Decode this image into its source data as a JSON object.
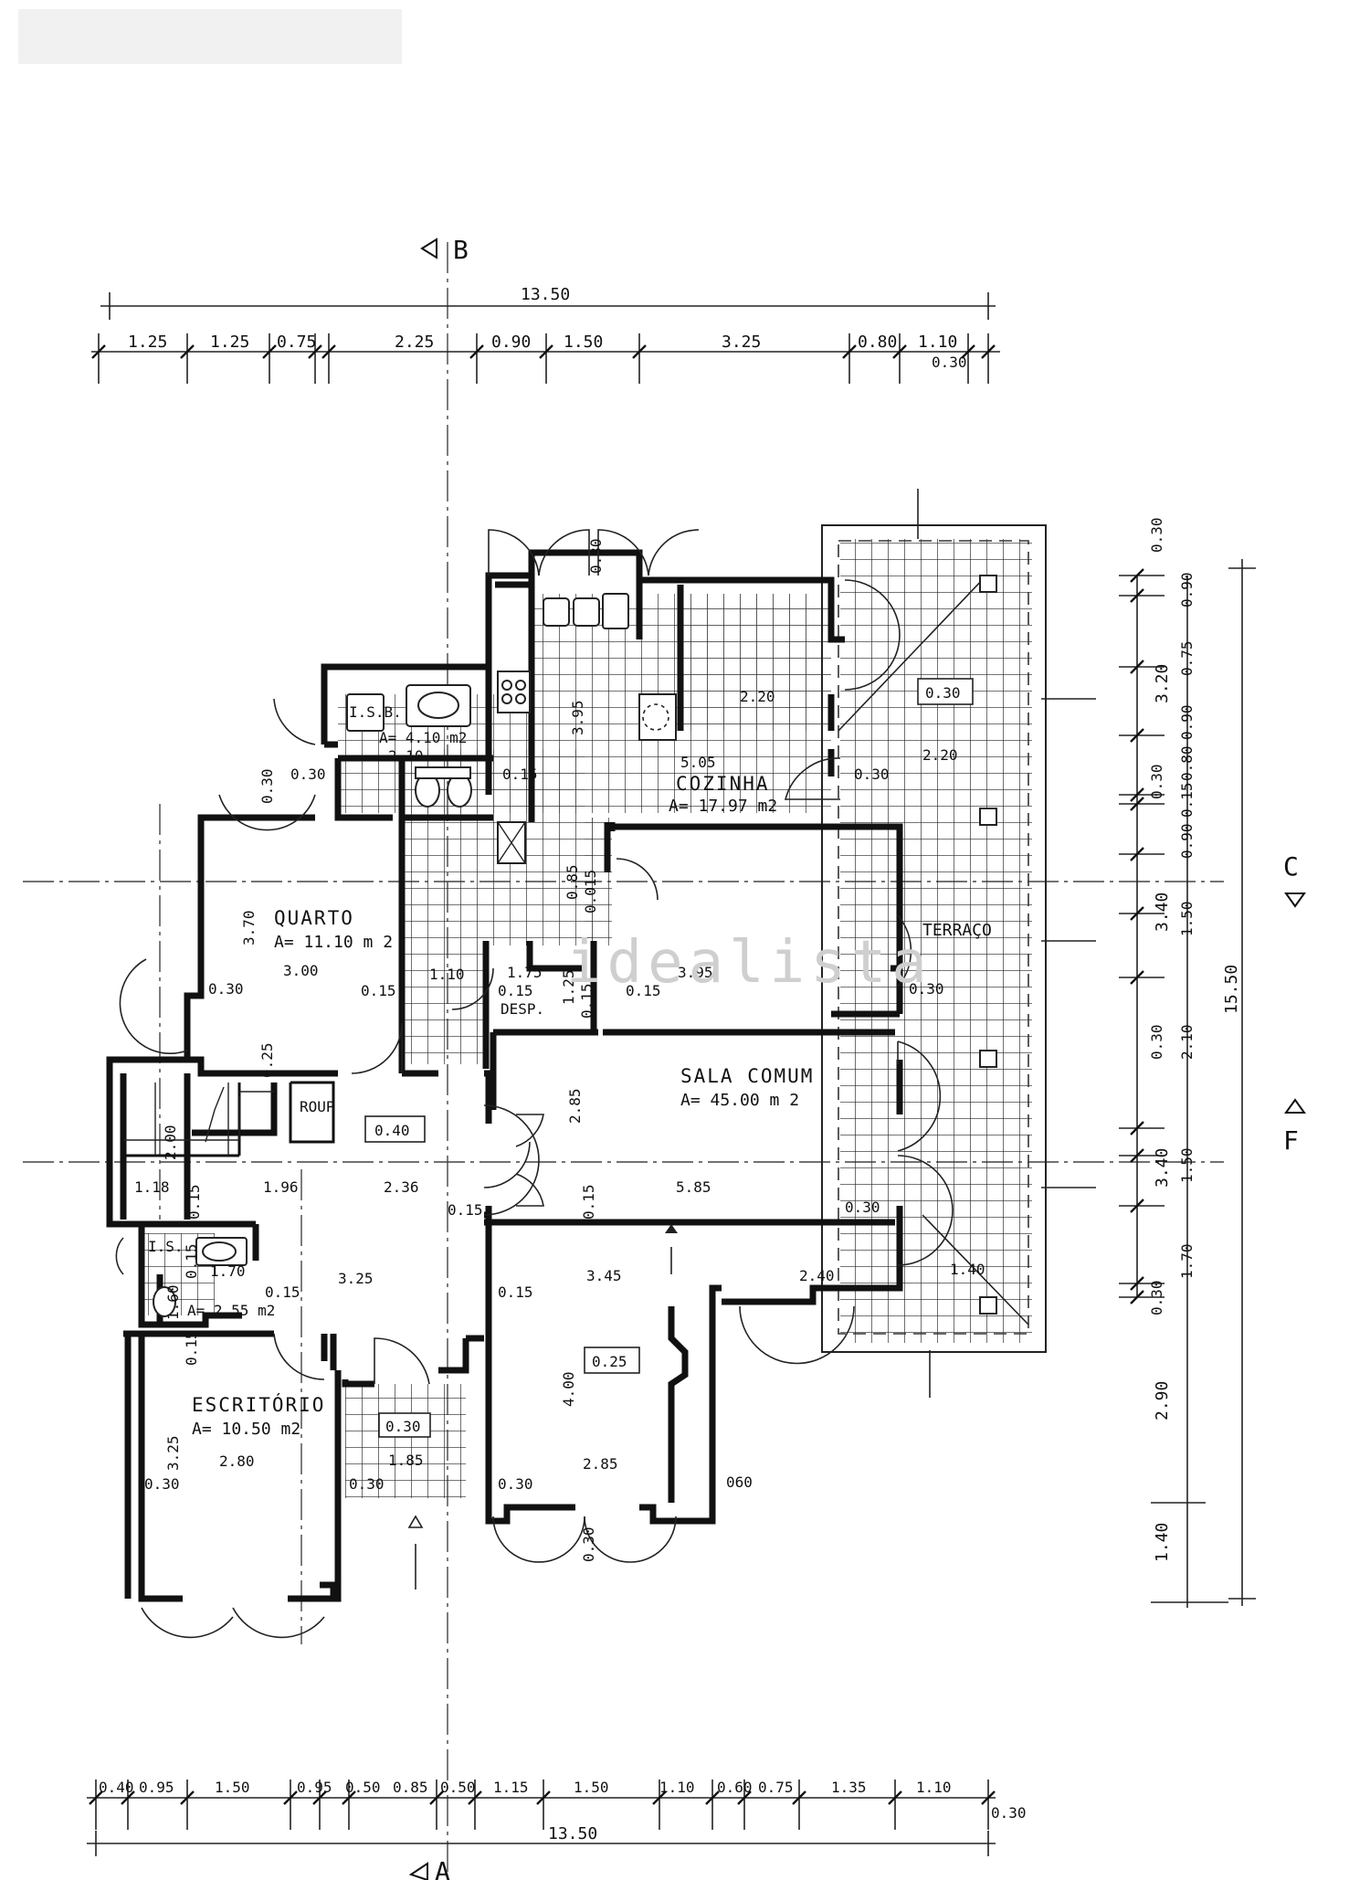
{
  "sections": {
    "top": "B",
    "right_upper": "C",
    "right_lower": "F",
    "bottom": "A"
  },
  "dims_top": {
    "total": "13.50",
    "segments": [
      "1.25",
      "1.25",
      "0.75",
      "2.25",
      "0.90",
      "1.50",
      "3.25",
      "0.80",
      "1.10"
    ],
    "extra": "0.30"
  },
  "dims_bottom": {
    "total": "13.50",
    "segments": [
      "0.40",
      "0.95",
      "1.50",
      "0.95",
      "0.50",
      "0.85",
      "0.50",
      "1.15",
      "1.50",
      "1.10",
      "0.60",
      "0.75",
      "1.35",
      "1.10"
    ],
    "extra": "0.30"
  },
  "dims_right": {
    "total": "15.50",
    "mid": [
      "3.20",
      "3.40",
      "3.40",
      "2.90",
      "1.40"
    ],
    "inner": [
      "0.30",
      "0.90",
      "0.75",
      "0.90",
      "0.80",
      "0.15",
      "0.30",
      "0.90",
      "1.50",
      "2.10",
      "0.30",
      "1.50",
      "1.70",
      "0.30"
    ]
  },
  "rooms": {
    "isb": {
      "name": "I.S.B.",
      "area": "A= 4.10 m2"
    },
    "cozinha": {
      "name": "COZINHA",
      "area": "A= 17.97 m2"
    },
    "quarto": {
      "name": "QUARTO",
      "area": "A= 11.10 m 2"
    },
    "sala": {
      "name": "SALA COMUM",
      "area": "A= 45.00 m 2"
    },
    "escritorio": {
      "name": "ESCRITÓRIO",
      "area": "A= 10.50 m2"
    },
    "is": {
      "name": "I.S.",
      "area": "A= 2.55 m2"
    },
    "desp": {
      "name": "DESP."
    },
    "roup": {
      "name": "ROUP"
    },
    "terraco": {
      "name": "TERRAÇO"
    }
  },
  "labels": {
    "t_030a": "0.30",
    "t_395": "3.95",
    "t_220a": "2.20",
    "t_505": "5.05",
    "t_030b": "0.30",
    "t_220b": "2.20",
    "t_030c": "0.30",
    "t_210": "2.10",
    "t_015a": "0.15",
    "t_030d": "0.30",
    "t_370": "3.70",
    "t_300": "3.00",
    "t_030e": "0.30",
    "t_015b": "0.15",
    "t_110": "1.10",
    "t_175": "1.75",
    "t_015c": "0.15",
    "t_125": "1.25",
    "t_015d": "0.15",
    "t_015e": "0.15",
    "t_395b": "3.95",
    "t_085": "0.85",
    "t_0015": "0.015",
    "t_030f": "0.30",
    "t_025a": "0.25",
    "t_285a": "2.85",
    "t_040": "0.40",
    "t_200": "2.00",
    "t_118": "1.18",
    "t_196": "1.96",
    "t_236": "2.36",
    "t_015f": "0.15",
    "t_015g": "0.15",
    "t_585": "5.85",
    "t_030g": "0.30",
    "t_015h": "0.15",
    "t_170": "1.70",
    "t_015i": "0.15",
    "t_325a": "3.25",
    "t_345": "3.45",
    "t_240": "2.40",
    "t_015j": "0.15",
    "t_160": "1.60",
    "t_140": "1.40",
    "t_025b": "0.25",
    "t_400": "4.00",
    "t_015k": "0.15",
    "t_325b": "3.25",
    "t_280": "2.80",
    "t_030h": "0.30",
    "t_030i": "0.30",
    "t_030j": "0.30",
    "t_185": "1.85",
    "t_030k": "0.30",
    "t_285b": "2.85",
    "t_060": "060",
    "t_030l": "0.30",
    "t_030m": "0.30",
    "t_015l": "0.15"
  },
  "watermark": "idealista"
}
